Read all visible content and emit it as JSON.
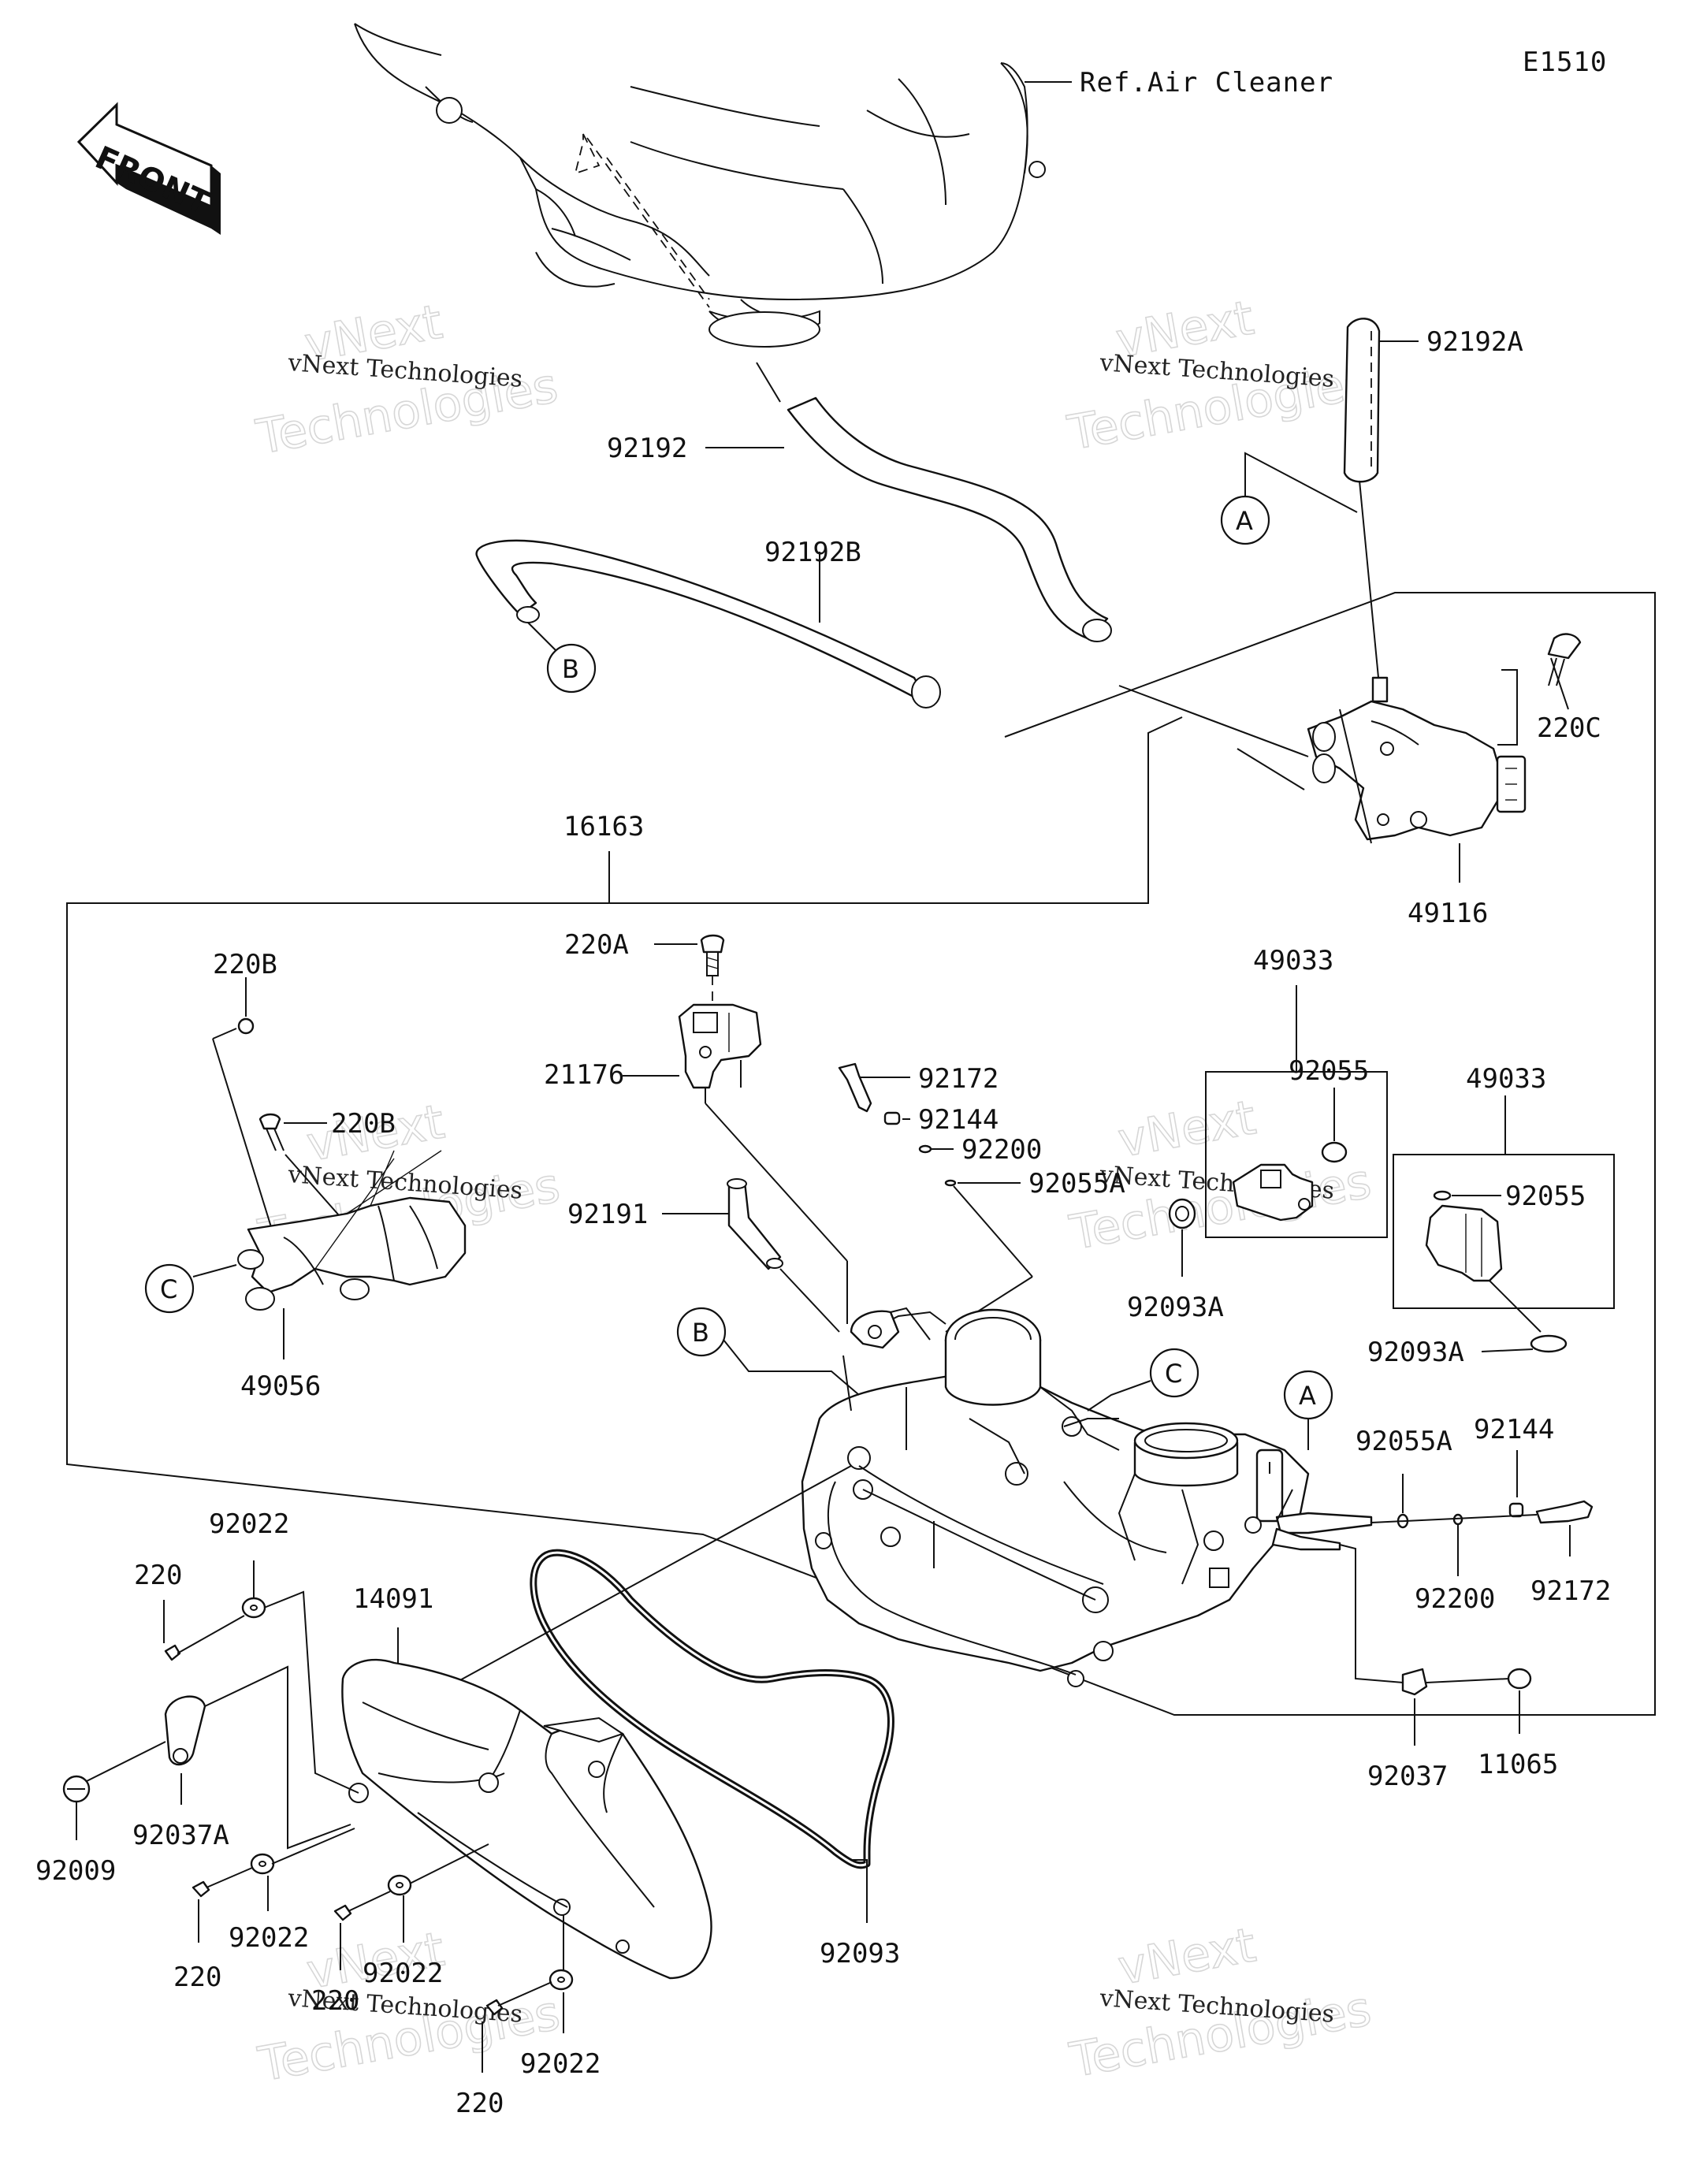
{
  "diagram_code": "E1510",
  "reference_label": "Ref.Air Cleaner",
  "front_label": "FRONT",
  "watermark": {
    "small": "vNext Technologies",
    "big_line1": "vNext",
    "big_line2": "Technologies"
  },
  "callouts": {
    "A": "A",
    "B": "B",
    "C": "C"
  },
  "part_labels": {
    "p92192A": "92192A",
    "p92192": "92192",
    "p92192B": "92192B",
    "p220C": "220C",
    "p49116": "49116",
    "p16163": "16163",
    "p220A": "220A",
    "p21176": "21176",
    "p92172_top": "92172",
    "p92144_top": "92144",
    "p92200_top": "92200",
    "p92055A_top": "92055A",
    "p92191": "92191",
    "p220B_a": "220B",
    "p220B_b": "220B",
    "p49056": "49056",
    "p49033_a": "49033",
    "p92055_a": "92055",
    "p92093A_a": "92093A",
    "p49033_b": "49033",
    "p92055_b": "92055",
    "p92093A_b": "92093A",
    "p92055A_r": "92055A",
    "p92144_r": "92144",
    "p92200_r": "92200",
    "p92172_r": "92172",
    "p92037": "92037",
    "p11065": "11065",
    "p92022_a": "92022",
    "p220_a": "220",
    "p14091": "14091",
    "p92009": "92009",
    "p92037A": "92037A",
    "p92022_b": "92022",
    "p220_b": "220",
    "p220_c": "220",
    "p92022_c": "92022",
    "p92093": "92093",
    "p92022_d": "92022",
    "p220_d": "220"
  }
}
